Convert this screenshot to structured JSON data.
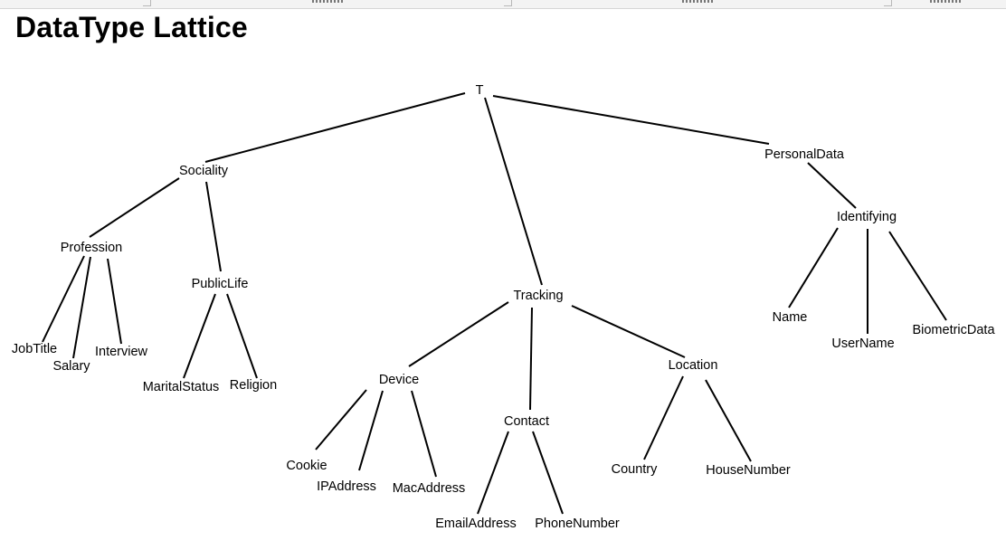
{
  "title": "DataType Lattice",
  "nodes": {
    "top": "T",
    "sociality": "Sociality",
    "personal_data": "PersonalData",
    "profession": "Profession",
    "public_life": "PublicLife",
    "tracking": "Tracking",
    "identifying": "Identifying",
    "job_title": "JobTitle",
    "salary": "Salary",
    "interview": "Interview",
    "marital_status": "MaritalStatus",
    "religion": "Religion",
    "device": "Device",
    "contact": "Contact",
    "location": "Location",
    "name": "Name",
    "user_name": "UserName",
    "biometric_data": "BiometricData",
    "cookie": "Cookie",
    "ip_address": "IPAddress",
    "mac_address": "MacAddress",
    "country": "Country",
    "house_number": "HouseNumber",
    "email_address": "EmailAddress",
    "phone_number": "PhoneNumber"
  },
  "edges": [
    [
      "top",
      "sociality"
    ],
    [
      "top",
      "tracking"
    ],
    [
      "top",
      "personal_data"
    ],
    [
      "sociality",
      "profession"
    ],
    [
      "sociality",
      "public_life"
    ],
    [
      "personal_data",
      "identifying"
    ],
    [
      "profession",
      "job_title"
    ],
    [
      "profession",
      "salary"
    ],
    [
      "profession",
      "interview"
    ],
    [
      "public_life",
      "marital_status"
    ],
    [
      "public_life",
      "religion"
    ],
    [
      "tracking",
      "device"
    ],
    [
      "tracking",
      "contact"
    ],
    [
      "tracking",
      "location"
    ],
    [
      "identifying",
      "name"
    ],
    [
      "identifying",
      "user_name"
    ],
    [
      "identifying",
      "biometric_data"
    ],
    [
      "device",
      "cookie"
    ],
    [
      "device",
      "ip_address"
    ],
    [
      "device",
      "mac_address"
    ],
    [
      "contact",
      "email_address"
    ],
    [
      "contact",
      "phone_number"
    ],
    [
      "location",
      "country"
    ],
    [
      "location",
      "house_number"
    ]
  ]
}
